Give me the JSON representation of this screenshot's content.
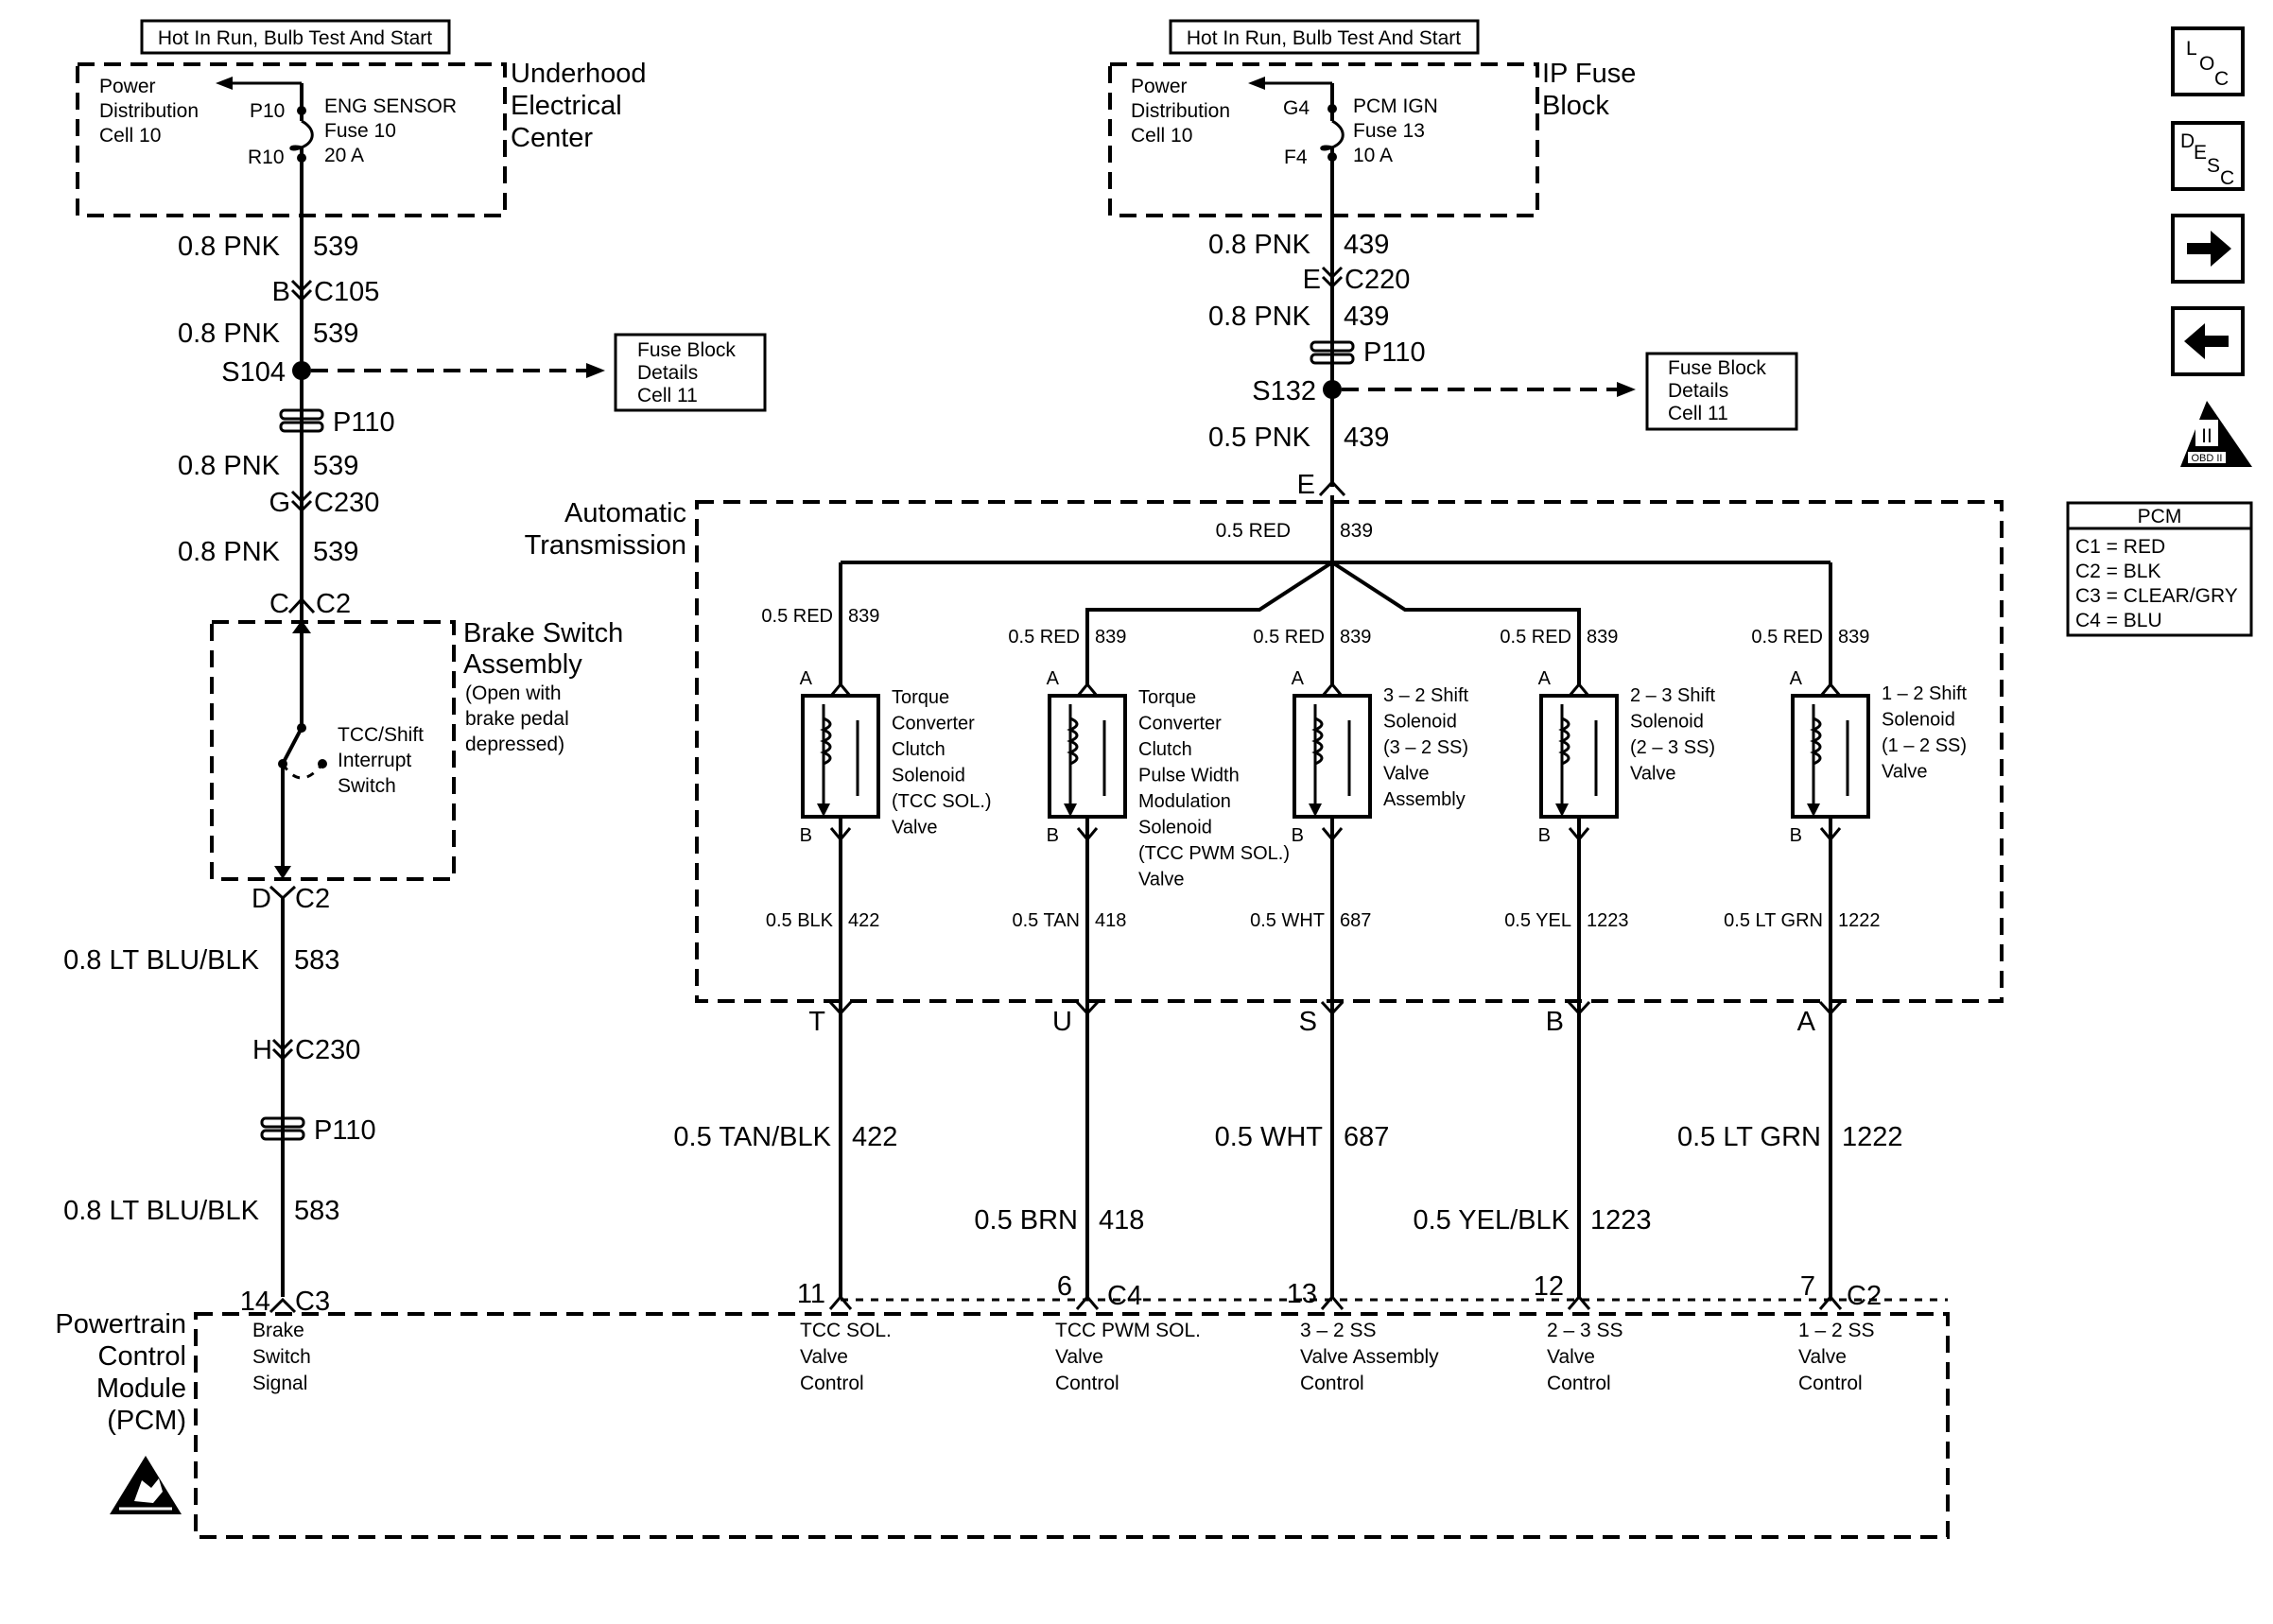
{
  "power_left": {
    "header": "Hot In Run, Bulb Test And Start",
    "box_title": [
      "Underhood",
      "Electrical",
      "Center"
    ],
    "pdc": [
      "Power",
      "Distribution",
      "Cell 10"
    ],
    "pin_top": "P10",
    "pin_bottom": "R10",
    "fuse": [
      "ENG SENSOR",
      "Fuse 10",
      "20 A"
    ]
  },
  "power_right": {
    "header": "Hot In Run, Bulb Test And Start",
    "box_title": [
      "IP Fuse",
      "Block"
    ],
    "pdc": [
      "Power",
      "Distribution",
      "Cell 10"
    ],
    "pin_top": "G4",
    "pin_bottom": "F4",
    "fuse": [
      "PCM IGN",
      "Fuse 13",
      "10 A"
    ]
  },
  "left_circuit": {
    "w1": {
      "wire": "0.8 PNK",
      "num": "539"
    },
    "c105": {
      "pin": "B",
      "conn": "C105"
    },
    "w2": {
      "wire": "0.8 PNK",
      "num": "539"
    },
    "splice": "S104",
    "p110": "P110",
    "w3": {
      "wire": "0.8 PNK",
      "num": "539"
    },
    "c230": {
      "pin": "G",
      "conn": "C230"
    },
    "w4": {
      "wire": "0.8 PNK",
      "num": "539"
    },
    "c2_top": {
      "pin": "C",
      "conn": "C2"
    },
    "fuse_ref": [
      "Fuse Block",
      "Details",
      "Cell 11"
    ]
  },
  "brake_switch": {
    "title": [
      "Brake Switch",
      "Assembly"
    ],
    "note": [
      "(Open with",
      "brake pedal",
      "depressed)"
    ],
    "switch": [
      "TCC/Shift",
      "Interrupt",
      "Switch"
    ],
    "c2_bottom": {
      "pin": "D",
      "conn": "C2"
    },
    "w5": {
      "wire": "0.8 LT BLU/BLK",
      "num": "583"
    },
    "c230": {
      "pin": "H",
      "conn": "C230"
    },
    "p110": "P110",
    "w6": {
      "wire": "0.8 LT BLU/BLK",
      "num": "583"
    },
    "pcm_pin": {
      "pin": "14",
      "conn": "C3"
    }
  },
  "right_circuit": {
    "w1": {
      "wire": "0.8 PNK",
      "num": "439"
    },
    "c220": {
      "pin": "E",
      "conn": "C220"
    },
    "w2": {
      "wire": "0.8 PNK",
      "num": "439"
    },
    "p110": "P110",
    "splice": "S132",
    "w3": {
      "wire": "0.5 PNK",
      "num": "439"
    },
    "trans_pin": "E",
    "fuse_ref": [
      "Fuse Block",
      "Details",
      "Cell 11"
    ]
  },
  "transmission": {
    "title": [
      "Automatic",
      "Transmission"
    ],
    "feed": {
      "wire": "0.5 RED",
      "num": "839"
    }
  },
  "solenoids": [
    {
      "feed_wire": "0.5 RED",
      "feed_num": "839",
      "pin_a": "A",
      "pin_b": "B",
      "label": [
        "Torque",
        "Converter",
        "Clutch",
        "Solenoid",
        "(TCC SOL.)",
        "Valve"
      ],
      "out_wire": "0.5 BLK",
      "out_num": "422",
      "conn_pin": "T",
      "harness_wire": "0.5 TAN/BLK",
      "harness_num": "422",
      "pcm_pin": "11",
      "pcm_label": [
        "TCC SOL.",
        "Valve",
        "Control"
      ]
    },
    {
      "feed_wire": "0.5 RED",
      "feed_num": "839",
      "pin_a": "A",
      "pin_b": "B",
      "label": [
        "Torque",
        "Converter",
        "Clutch",
        "Pulse Width",
        "Modulation",
        "Solenoid",
        "(TCC PWM SOL.)",
        "Valve"
      ],
      "out_wire": "0.5 TAN",
      "out_num": "418",
      "conn_pin": "U",
      "harness_wire": "0.5 BRN",
      "harness_num": "418",
      "pcm_pin": "6",
      "pcm_label": [
        "TCC PWM SOL.",
        "Valve",
        "Control"
      ]
    },
    {
      "feed_wire": "0.5 RED",
      "feed_num": "839",
      "pin_a": "A",
      "pin_b": "B",
      "label": [
        "3 – 2 Shift",
        "Solenoid",
        "(3 – 2 SS)",
        "Valve",
        "Assembly"
      ],
      "out_wire": "0.5 WHT",
      "out_num": "687",
      "conn_pin": "S",
      "harness_wire": "0.5 WHT",
      "harness_num": "687",
      "pcm_pin": "13",
      "pcm_label": [
        "3 – 2 SS",
        "Valve Assembly",
        "Control"
      ]
    },
    {
      "feed_wire": "0.5 RED",
      "feed_num": "839",
      "pin_a": "A",
      "pin_b": "B",
      "label": [
        "2 – 3 Shift",
        "Solenoid",
        "(2 – 3 SS)",
        "Valve"
      ],
      "out_wire": "0.5 YEL",
      "out_num": "1223",
      "conn_pin": "B",
      "harness_wire": "0.5 YEL/BLK",
      "harness_num": "1223",
      "pcm_pin": "12",
      "pcm_label": [
        "2 – 3 SS",
        "Valve",
        "Control"
      ]
    },
    {
      "feed_wire": "0.5 RED",
      "feed_num": "839",
      "pin_a": "A",
      "pin_b": "B",
      "label": [
        "1 – 2 Shift",
        "Solenoid",
        "(1 – 2 SS)",
        "Valve"
      ],
      "out_wire": "0.5 LT GRN",
      "out_num": "1222",
      "conn_pin": "A",
      "harness_wire": "0.5 LT GRN",
      "harness_num": "1222",
      "pcm_pin": "7",
      "pcm_label": [
        "1 – 2 SS",
        "Valve",
        "Control"
      ]
    }
  ],
  "pcm": {
    "title": [
      "Powertrain",
      "Control",
      "Module",
      "(PCM)"
    ],
    "c4": "C4",
    "c2": "C2",
    "brake_label": [
      "Brake",
      "Switch",
      "Signal"
    ]
  },
  "pcm_legend": {
    "title": "PCM",
    "rows": [
      "C1 = RED",
      "C2 = BLK",
      "C3 = CLEAR/GRY",
      "C4 = BLU"
    ]
  },
  "nav": {
    "loc": {
      "l": "L",
      "o": "O",
      "c": "C"
    },
    "desc": {
      "d": "D",
      "e": "E",
      "s": "S",
      "c": "C"
    },
    "obd": {
      "roman": "II",
      "label": "OBD II"
    }
  }
}
